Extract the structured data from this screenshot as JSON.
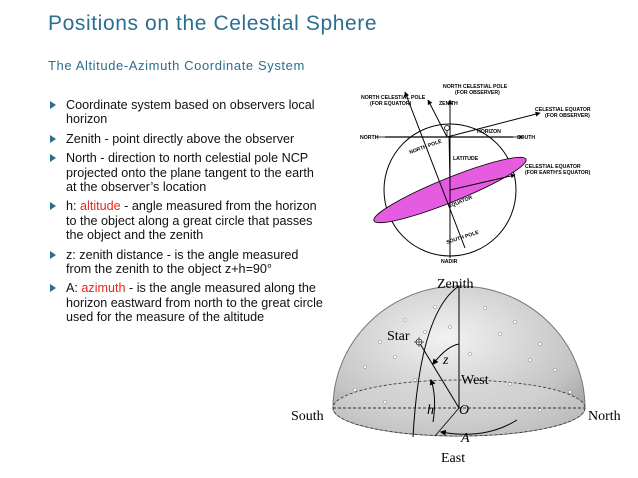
{
  "title": "Positions on the Celestial Sphere",
  "subtitle": "The Altitude-Azimuth Coordinate System",
  "bullets": [
    {
      "text": "Coordinate system based on observers local horizon"
    },
    {
      "text": "Zenith - point directly above the observer"
    },
    {
      "text": "North - direction to north celestial pole NCP projected onto the plane tangent to the earth at the observer’s location"
    },
    {
      "prefix": "h: ",
      "highlight": "altitude",
      "suffix": " - angle measured from the horizon to the object along a great circle that passes the object and the zenith"
    },
    {
      "text": "z: zenith distance - is the angle measured from the zenith to the object z+h=90°"
    },
    {
      "prefix": "A: ",
      "highlight": "azimuth",
      "suffix": " - is the angle measured along the horizon eastward from north to the great circle used for the measure of the altitude"
    }
  ],
  "sphere_diagram": {
    "ncp_observer": "NORTH CELESTIAL POLE",
    "ncp_observer_sub": "(FOR OBSERVER)",
    "ncp_equator": "NORTH CELESTIAL POLE",
    "ncp_equator_sub": "(FOR EQUATOR)",
    "zenith": "ZENITH",
    "celestial_equator_observer": "CELESTIAL EQUATOR",
    "celestial_equator_observer_sub": "(FOR OBSERVER)",
    "north": "NORTH",
    "horizon": "HORIZON",
    "south": "SOUTH",
    "north_pole": "NORTH POLE",
    "latitude": "LATITUDE",
    "celestial_equator_earth": "CELESTIAL EQUATOR",
    "celestial_equator_earth_sub": "(FOR EARTH'S EQUATOR)",
    "equator": "EQUATOR",
    "south_pole": "SOUTH POLE",
    "nadir": "NADIR"
  },
  "dome_diagram": {
    "zenith": "Zenith",
    "star": "Star",
    "z": "z",
    "west": "West",
    "h": "h",
    "o": "O",
    "south": "South",
    "north": "North",
    "a": "A",
    "east": "East"
  },
  "colors": {
    "title": "#2a6f8f",
    "highlight": "#e8261f",
    "equator_fill": "#e55ce0"
  }
}
